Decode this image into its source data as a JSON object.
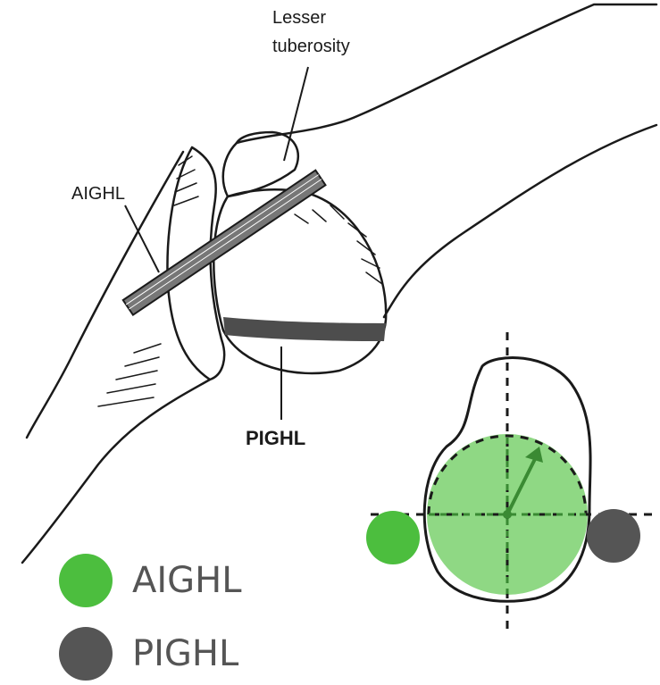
{
  "labels": {
    "lesser_line1": "Lesser",
    "lesser_line2": "tuberosity",
    "aighl": "AIGHL",
    "pighl": "PIGHL"
  },
  "legend": [
    {
      "label": "AIGHL",
      "color": "#4cbe3e"
    },
    {
      "label": "PIGHL",
      "color": "#555555"
    }
  ],
  "colors": {
    "green_fill": "#8fd884",
    "green_dark": "#3a8a33",
    "gray_band": "#4d4d4d"
  }
}
